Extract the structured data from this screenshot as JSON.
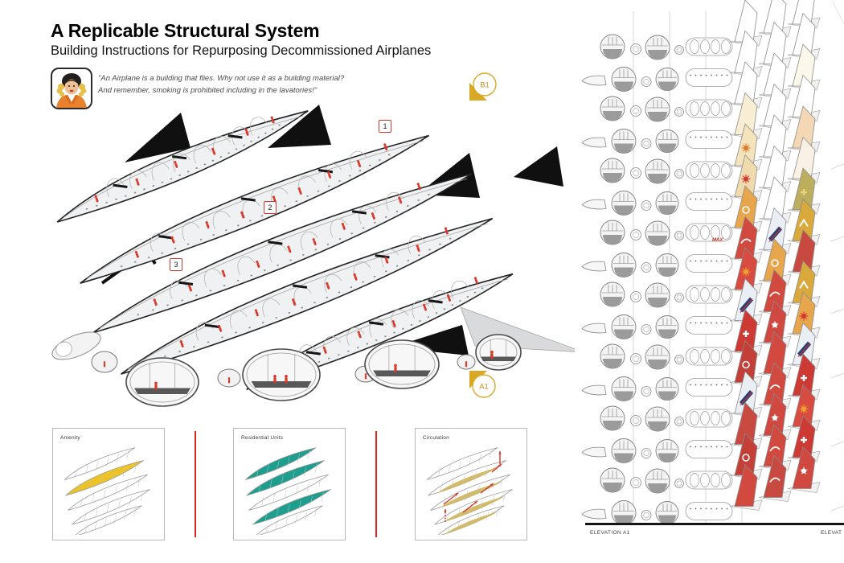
{
  "header": {
    "title": "A Replicable Structural System",
    "subtitle": "Building Instructions for Repurposing Decommissioned Airplanes"
  },
  "quote": {
    "avatar": "flight-attendant",
    "line1": "\"An Airplane is a building that flies. Why not use it as a building material?",
    "line2": "And remember, smoking is prohibited including in the lavatories!\""
  },
  "markers": {
    "color": "#D9A824",
    "top": {
      "label": "B1"
    },
    "bottom": {
      "label": "A1"
    }
  },
  "axon": {
    "figure_color": "#D93A2B",
    "callouts": [
      {
        "label": "1"
      },
      {
        "label": "2"
      },
      {
        "label": "3"
      }
    ]
  },
  "legend": {
    "separator_color": "#d9261c",
    "items": [
      {
        "label": "Amenity",
        "highlight": "#ECC427"
      },
      {
        "label": "Residential Units",
        "highlight": "#1E9E8E"
      },
      {
        "label": "Circulation",
        "highlight": "#CDB45A",
        "arrow_color": "#D0392C"
      }
    ]
  },
  "elevation": {
    "left_label": "ELEVATION A1",
    "right_label_partial": "ELEVAT",
    "max_label": "MAX",
    "rows": [
      {
        "t": "A",
        "tails": [
          {
            "c": "#ffffff",
            "e": "none"
          },
          {
            "c": "#ffffff",
            "e": "none"
          },
          {
            "c": "#ffffff",
            "e": "none"
          }
        ]
      },
      {
        "t": "B",
        "tails": [
          {
            "c": "#ffffff",
            "e": "none"
          },
          {
            "c": "#ffffff",
            "e": "none"
          },
          {
            "c": "#ffffff",
            "e": "none"
          }
        ]
      },
      {
        "t": "A",
        "tails": [
          {
            "c": "#ffffff",
            "e": "none"
          },
          {
            "c": "#ffffff",
            "e": "none"
          },
          {
            "c": "#fbf7ea",
            "e": "none"
          }
        ]
      },
      {
        "t": "B",
        "tails": [
          {
            "c": "#f7eed3",
            "e": "none"
          },
          {
            "c": "#ffffff",
            "e": "none"
          },
          {
            "c": "#ffffff",
            "e": "none"
          }
        ]
      },
      {
        "t": "A",
        "tails": [
          {
            "c": "#f5e4bb",
            "e": "sun",
            "ec": "#e07b2a"
          },
          {
            "c": "#ffffff",
            "e": "none"
          },
          {
            "c": "#f4d7b4",
            "e": "none"
          }
        ]
      },
      {
        "t": "B",
        "tails": [
          {
            "c": "#f0dbae",
            "e": "sun",
            "ec": "#d8392e"
          },
          {
            "c": "#ffffff",
            "e": "none"
          },
          {
            "c": "#f8f1e4",
            "e": "none"
          }
        ]
      },
      {
        "t": "A",
        "tails": [
          {
            "c": "#e8a64c",
            "e": "ring",
            "ec": "#ffffff"
          },
          {
            "c": "#ffffff",
            "e": "none"
          },
          {
            "c": "#bcae5c",
            "e": "swiss",
            "ec": "#e7d37a"
          }
        ]
      },
      {
        "t": "B",
        "tails": [
          {
            "c": "#d24a3f",
            "e": "script",
            "ec": "#ffffff"
          },
          {
            "c": "#eaeef5",
            "e": "stripes",
            "ec": "#2b3f77"
          },
          {
            "c": "#d9a93c",
            "e": "bird",
            "ec": "#ffffff"
          }
        ]
      },
      {
        "t": "A",
        "tails": [
          {
            "c": "#d84b40",
            "e": "sun",
            "ec": "#f0a030"
          },
          {
            "c": "#e8a64c",
            "e": "ring",
            "ec": "#ffffff"
          },
          {
            "c": "#c74940",
            "e": "none"
          }
        ]
      },
      {
        "t": "B",
        "tails": [
          {
            "c": "#eaeef5",
            "e": "stripes",
            "ec": "#2b3f77"
          },
          {
            "c": "#d24a3f",
            "e": "script",
            "ec": "#ffffff"
          },
          {
            "c": "#d9a93c",
            "e": "bird",
            "ec": "#ffffff"
          }
        ]
      },
      {
        "t": "A",
        "tails": [
          {
            "c": "#cc3a33",
            "e": "swiss",
            "ec": "#ffffff"
          },
          {
            "c": "#d04840",
            "e": "maple",
            "ec": "#ffffff"
          },
          {
            "c": "#e8a64c",
            "e": "sun",
            "ec": "#d8392e"
          }
        ]
      },
      {
        "t": "B",
        "tails": [
          {
            "c": "#c43f38",
            "e": "ring",
            "ec": "#ffffff"
          },
          {
            "c": "#d24a3f",
            "e": "none"
          },
          {
            "c": "#eaeef5",
            "e": "stripes",
            "ec": "#2b3f77"
          }
        ]
      },
      {
        "t": "A",
        "tails": [
          {
            "c": "#eaeef5",
            "e": "stripes",
            "ec": "#2b3f77"
          },
          {
            "c": "#d24a3f",
            "e": "script",
            "ec": "#ffffff"
          },
          {
            "c": "#cc3a33",
            "e": "swiss",
            "ec": "#ffffff"
          }
        ]
      },
      {
        "t": "B",
        "tails": [
          {
            "c": "#c74940",
            "e": "none"
          },
          {
            "c": "#d04840",
            "e": "maple",
            "ec": "#ffffff"
          },
          {
            "c": "#d84b40",
            "e": "sun",
            "ec": "#f0a030"
          }
        ]
      },
      {
        "t": "A",
        "tails": [
          {
            "c": "#c43f38",
            "e": "ring",
            "ec": "#ffffff"
          },
          {
            "c": "#d24a3f",
            "e": "script",
            "ec": "#ffffff"
          },
          {
            "c": "#cc3a33",
            "e": "swiss",
            "ec": "#ffffff"
          }
        ]
      },
      {
        "t": "B",
        "tails": [
          {
            "c": "#d24a3f",
            "e": "none"
          },
          {
            "c": "#c74940",
            "e": "script",
            "ec": "#ffffff"
          },
          {
            "c": "#d04840",
            "e": "maple",
            "ec": "#ffffff"
          }
        ]
      }
    ]
  }
}
